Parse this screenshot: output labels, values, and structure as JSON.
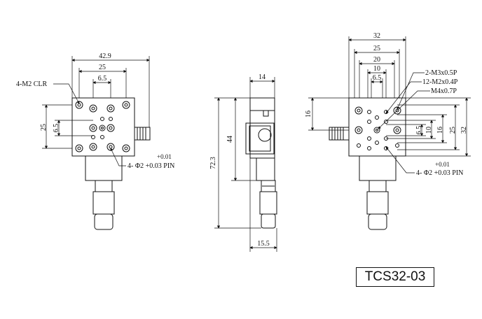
{
  "model": "TCS32-03",
  "front_view": {
    "dims": {
      "width_overall": "42.9",
      "width_holes": "25",
      "width_inner": "6.5",
      "height_holes": "25",
      "height_inner": "6.5"
    },
    "callout_clr": "4-M2 CLR",
    "callout_pin_tol": "+0.01",
    "callout_pin": "4- Φ2 +0.03 PIN"
  },
  "side_view": {
    "dims": {
      "top": "14",
      "height_body": "44",
      "height_total": "72.3",
      "bottom": "15.5"
    }
  },
  "top_view": {
    "dims": {
      "w32": "32",
      "w25": "25",
      "w20": "20",
      "w10": "10",
      "w6_5": "6.5",
      "h16_left": "16",
      "h6_5": "6.5",
      "h10": "10",
      "h16": "16",
      "h25": "25",
      "h32": "32"
    },
    "callout_m3": "2-M3x0.5P",
    "callout_m2": "12-M2x0.4P",
    "callout_m4": "M4x0.7P",
    "callout_pin_tol": "+0.01",
    "callout_pin": "4- Φ2 +0.03 PIN"
  }
}
